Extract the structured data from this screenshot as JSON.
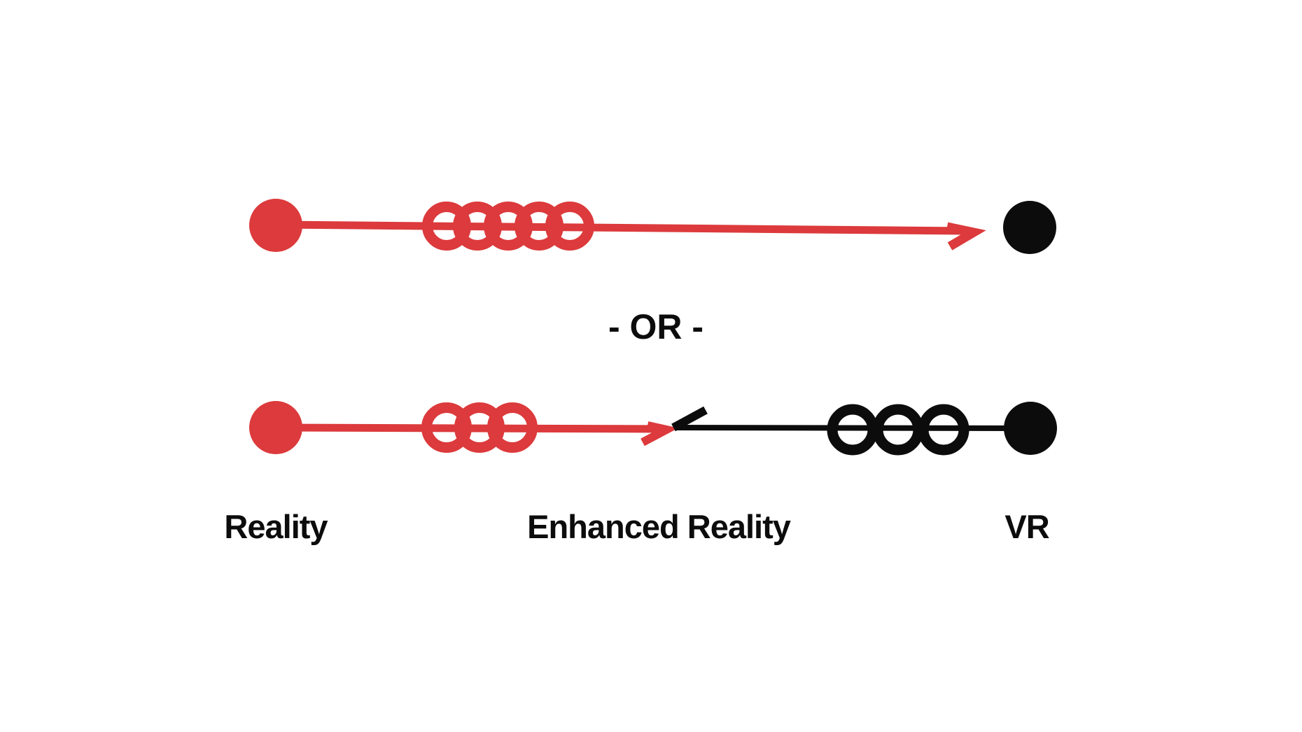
{
  "diagram": {
    "background": "#ffffff",
    "colors": {
      "red": "#dc3a3c",
      "black": "#0c0c0c"
    },
    "divider_label": "- OR -",
    "labels": {
      "reality": "Reality",
      "enhanced_reality": "Enhanced Reality",
      "vr": "VR"
    },
    "top_continuum": {
      "start_dot_color": "#dc3a3c",
      "line_color": "#dc3a3c",
      "ring_count": 5,
      "ring_color": "#dc3a3c",
      "arrow_direction": "right",
      "end_dot_color": "#0c0c0c"
    },
    "bottom_continuum": {
      "left": {
        "dot_color": "#dc3a3c",
        "line_color": "#dc3a3c",
        "ring_count": 3,
        "ring_color": "#dc3a3c",
        "arrow_direction": "right"
      },
      "right": {
        "dot_color": "#0c0c0c",
        "line_color": "#0c0c0c",
        "ring_count": 3,
        "ring_color": "#0c0c0c",
        "arrow_direction": "left"
      }
    }
  }
}
